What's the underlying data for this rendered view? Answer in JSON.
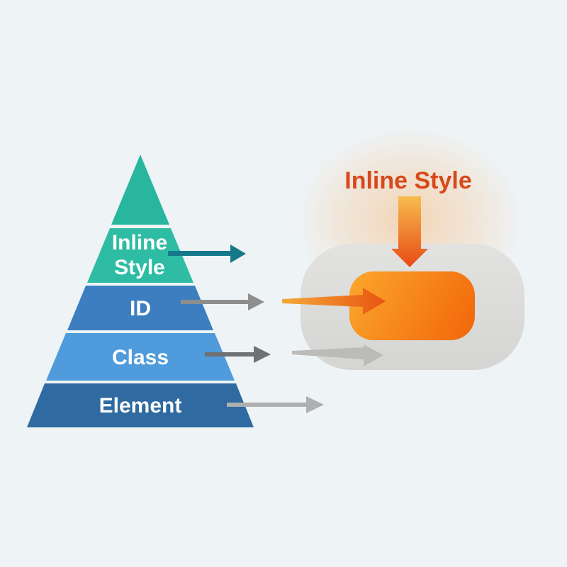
{
  "background_color": "#eef3f5",
  "pyramid": {
    "text_color": "#ffffff",
    "levels": [
      {
        "name": "apex",
        "label": "",
        "color": "#29b69e"
      },
      {
        "name": "inline-style",
        "label": "Inline Style",
        "line1": "Inline",
        "line2": "Style",
        "color": "#2fbca4"
      },
      {
        "name": "id",
        "label": "ID",
        "color": "#3d7ec1"
      },
      {
        "name": "class",
        "label": "Class",
        "color": "#4f9bdb"
      },
      {
        "name": "element",
        "label": "Element",
        "color": "#2f6ba0"
      }
    ]
  },
  "arrows": {
    "inline_style_arrow_color": "#15798a",
    "id_arrow_color": "#8e8e8e",
    "class_arrow_color": "#6f7173",
    "element_arrow_color": "#adafb0",
    "class_through_arrow_color": "#bbbbb9"
  },
  "target": {
    "label": "Inline Style",
    "label_color": "#d8491b",
    "container_color_top": "#e2e2e0",
    "container_color_bottom": "#d5d5d3",
    "box_gradient_start": "#fba72c",
    "box_gradient_end": "#f2650a",
    "down_arrow_gradient_start": "#f7bc4e",
    "down_arrow_gradient_end": "#e84a15",
    "inline_arrow_gradient_start": "#f4a93a",
    "inline_arrow_gradient_end": "#e85410",
    "glow_color": "#f8b777"
  }
}
